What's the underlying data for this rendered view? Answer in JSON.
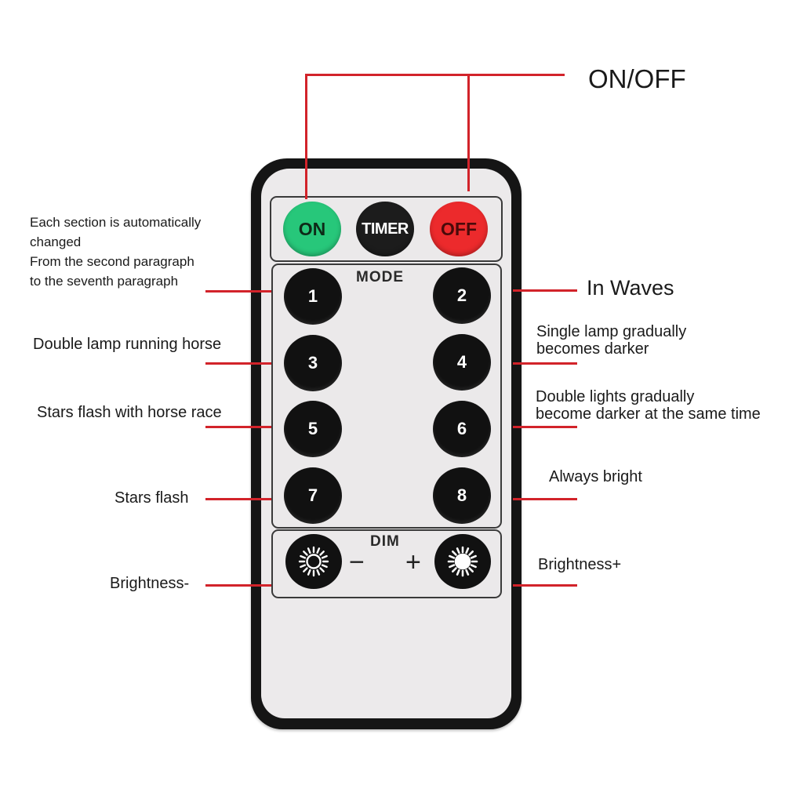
{
  "remote": {
    "buttons": {
      "on": "ON",
      "timer": "TIMER",
      "off": "OFF",
      "mode_title": "MODE",
      "dim_title": "DIM",
      "minus": "−",
      "plus": "+",
      "modes": [
        "1",
        "2",
        "3",
        "4",
        "5",
        "6",
        "7",
        "8"
      ]
    },
    "colors": {
      "on_button": "#27c77a",
      "off_button": "#ec2a2c",
      "leader_line": "#d2232a",
      "body": "#151515"
    }
  },
  "annotations": {
    "power": "ON/OFF",
    "auto_cycle": [
      "Each section is automatically",
      "changed",
      "From the second paragraph",
      "to the seventh paragraph"
    ],
    "mode_2": "In Waves",
    "mode_3": "Double lamp running horse",
    "mode_4": [
      "Single lamp gradually",
      "becomes darker"
    ],
    "mode_5": "Stars flash with horse race",
    "mode_6": [
      "Double lights gradually",
      "become darker at the same time"
    ],
    "mode_7": "Stars flash",
    "mode_8": "Always bright",
    "dim_minus": "Brightness-",
    "dim_plus": "Brightness+"
  },
  "icons": {
    "dim_down": "sun-outline-icon",
    "dim_up": "sun-filled-icon"
  }
}
